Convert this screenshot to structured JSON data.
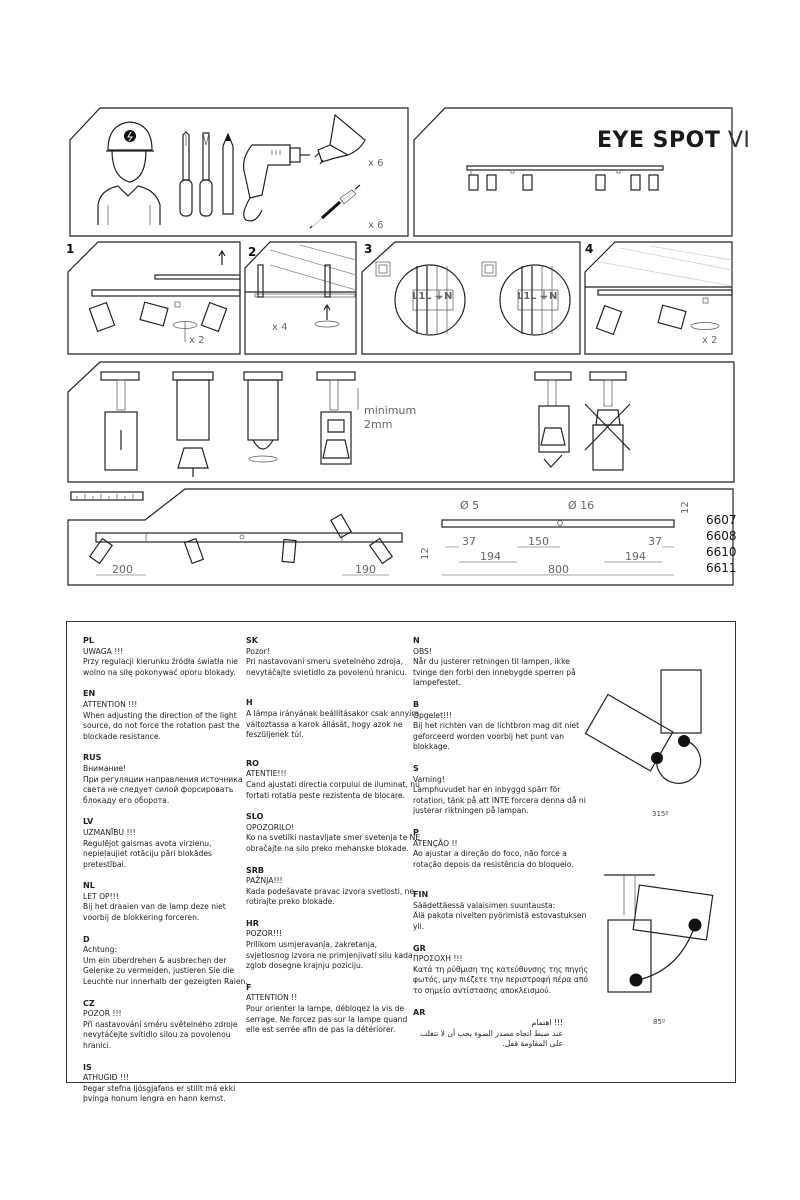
{
  "product": {
    "title_bold": "EYE SPOT",
    "title_light": "VI",
    "model_codes": [
      "6607",
      "6608",
      "6610",
      "6611"
    ]
  },
  "tools_panel": {
    "bulb_quantity": "x 6",
    "dowel_quantity": "x 6"
  },
  "steps": [
    {
      "number": "1",
      "quantity": "x 2"
    },
    {
      "number": "2",
      "quantity": "x 4"
    },
    {
      "number": "3",
      "terminals": [
        "L1",
        "L",
        "⏚",
        "N"
      ]
    },
    {
      "number": "4",
      "quantity": "x 2"
    }
  ],
  "bulb_install": {
    "gap_label_1": "minimum",
    "gap_label_2": "2mm"
  },
  "dimensions": {
    "left_offset": "200",
    "right_offset": "190",
    "small_hole": "Ø 5",
    "large_hole": "Ø 16",
    "height": "12",
    "height_side": "12",
    "edge_left": "37",
    "edge_right": "37",
    "center_gap": "150",
    "span_left": "194",
    "span_right": "194",
    "total_length": "800"
  },
  "angles": {
    "rotation": "315º",
    "tilt": "85º"
  },
  "warnings": {
    "col1": [
      {
        "code": "PL",
        "title": "UWAGA !!!",
        "text": "Przy regulacji kierunku źródła światła nie wolno na siłę pokonywać oporu blokady."
      },
      {
        "code": "EN",
        "title": "ATTENTION !!!",
        "text": "When adjusting the direction of the light source, do not force the rotation past the blockade resistance."
      },
      {
        "code": "RUS",
        "title": "Внимание!",
        "text": "При регуляции направления источника света не следует силой форсировать блокаду его оборота."
      },
      {
        "code": "LV",
        "title": "UZMANĪBU !!!",
        "text": "Regulējot gaismas avota virzienu, nepieļaujiet rotāciju pāri blokādes pretestībai."
      },
      {
        "code": "NL",
        "title": "LET OP!!!",
        "text": "Bij het draaien van de lamp deze niet voorbij de blokkering forceren."
      },
      {
        "code": "D",
        "title": "Achtung:",
        "text": "Um ein überdrehen & ausbrechen der Gelenke zu vermeiden, justieren Sie die Leuchte nur innerhalb der gezeigten Raien."
      },
      {
        "code": "CZ",
        "title": "POZOR !!!",
        "text": "Při nastavování směru světelného zdroje nevytáčejte svítidlo silou za povolenou hranici."
      },
      {
        "code": "IS",
        "title": "ATHUGIÐ !!!",
        "text": "Þegar stefna ljósgjafans er stillt má ekki þvinga honum lengra en hann kemst."
      }
    ],
    "col2": [
      {
        "code": "SK",
        "title": "Pozor!",
        "text": "Pri nastavovaní smeru svetelného zdroja, nevytáčajte svietidlo za povolenú hranicu."
      },
      {
        "code": "H",
        "title": "",
        "text": "A lámpa irányának beállításakor csak annyira változtassa a karok állását, hogy azok ne feszüljenek túl."
      },
      {
        "code": "RO",
        "title": "ATENTIE!!!",
        "text": "Cand ajustati directia corpului de iluminat, nu fortati rotatia peste rezistenta de blocare."
      },
      {
        "code": "SLO",
        "title": "OPOZORILO!",
        "text": "Ko na svetilki nastavljate smer svetenja te NE obračajte na silo preko mehanske blokade."
      },
      {
        "code": "SRB",
        "title": "PAŽNJA!!!",
        "text": "Kada podešavate pravac izvora svetlosti, ne rotirajte preko blokade."
      },
      {
        "code": "HR",
        "title": "POZOR!!!",
        "text": "Prilikom usmjeravanja, zakretanja, svjetlosnog izvora ne primjenjivati silu kada zglob dosegne krajnju poziciju."
      },
      {
        "code": "F",
        "title": "ATTENTION !!",
        "text": "Pour orienter la lampe, débloqez la vis de serrage. Ne forcez pas sur la lampe quand elle est serrée afin de pas la détériorer."
      }
    ],
    "col3": [
      {
        "code": "N",
        "title": "OBS!",
        "text": "Når du justerer retningen til lampen, ikke tvinge den forbi den innebygde sperren på lampefestet."
      },
      {
        "code": "B",
        "title": "Opgelet!!!",
        "text": "Bij het richten van de lichtbron mag dit niet geforceerd worden voorbij het punt van blokkage."
      },
      {
        "code": "S",
        "title": "Varning!",
        "text": "Lamphuvudet har en inbyggd spärr för rotation, tänk på att INTE forcera denna då ni justerar riktningen på lampan."
      },
      {
        "code": "P",
        "title": "ATENÇÃO !!",
        "text": "Ao ajustar a direção do foco, não force a rotação depois da resistência do bloqueio."
      },
      {
        "code": "FIN",
        "title": "Säädettäessä valaisimen suuntausta:",
        "text": "Älä pakota nivelten pyörimistä estovastuksen yli."
      },
      {
        "code": "GR",
        "title": "ΠΡΟΣΟΧΗ !!!",
        "text": "Κατά τη ρύθμιση της κατεύθυνσης της πηγής φωτός, μην πιέζετε την περιστροφή πέρα από το σημείο αντίστασης αποκλεισμού."
      },
      {
        "code": "AR",
        "title": "!!! اهتمام",
        "text": "عند ضبط اتجاه مصدر الضوء يجب أن لا تتغلب على المقاومة قفل."
      }
    ]
  }
}
